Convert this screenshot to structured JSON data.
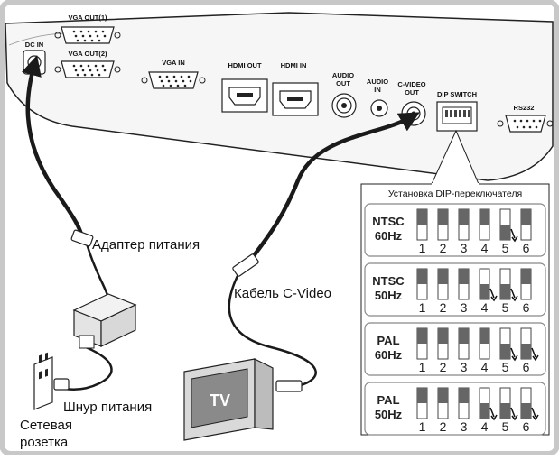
{
  "ports": {
    "dc_in": "DC IN",
    "vga_out1": "VGA OUT(1)",
    "vga_out2": "VGA OUT(2)",
    "vga_in": "VGA IN",
    "hdmi_out": "HDMI OUT",
    "hdmi_in": "HDMI IN",
    "audio_out": [
      "AUDIO",
      "OUT"
    ],
    "audio_in": [
      "AUDIO",
      "IN"
    ],
    "cvideo_out": [
      "C-VIDEO",
      "OUT"
    ],
    "dip_switch": "DIP SWITCH",
    "rs232": "RS232"
  },
  "labels": {
    "adapter": "Адаптер питания",
    "cable": "Кабель C-Video",
    "power_cord": "Шнур питания",
    "outlet": [
      "Сетевая",
      "розетка"
    ],
    "tv": "TV"
  },
  "dip": {
    "title": "Установка DIP-переключателя",
    "switch_numbers": [
      "1",
      "2",
      "3",
      "4",
      "5",
      "6"
    ],
    "modes": [
      {
        "line1": "NTSC",
        "line2": "60Hz",
        "down": [
          false,
          false,
          false,
          false,
          true,
          false
        ]
      },
      {
        "line1": "NTSC",
        "line2": "50Hz",
        "down": [
          false,
          false,
          false,
          true,
          true,
          false
        ]
      },
      {
        "line1": "PAL",
        "line2": "60Hz",
        "down": [
          false,
          false,
          false,
          false,
          true,
          true
        ]
      },
      {
        "line1": "PAL",
        "line2": "50Hz",
        "down": [
          false,
          false,
          false,
          true,
          true,
          true
        ]
      }
    ]
  },
  "colors": {
    "frame": "#c8c8c8",
    "switch_fill": "#666666",
    "cable": "#1a1a1a"
  }
}
